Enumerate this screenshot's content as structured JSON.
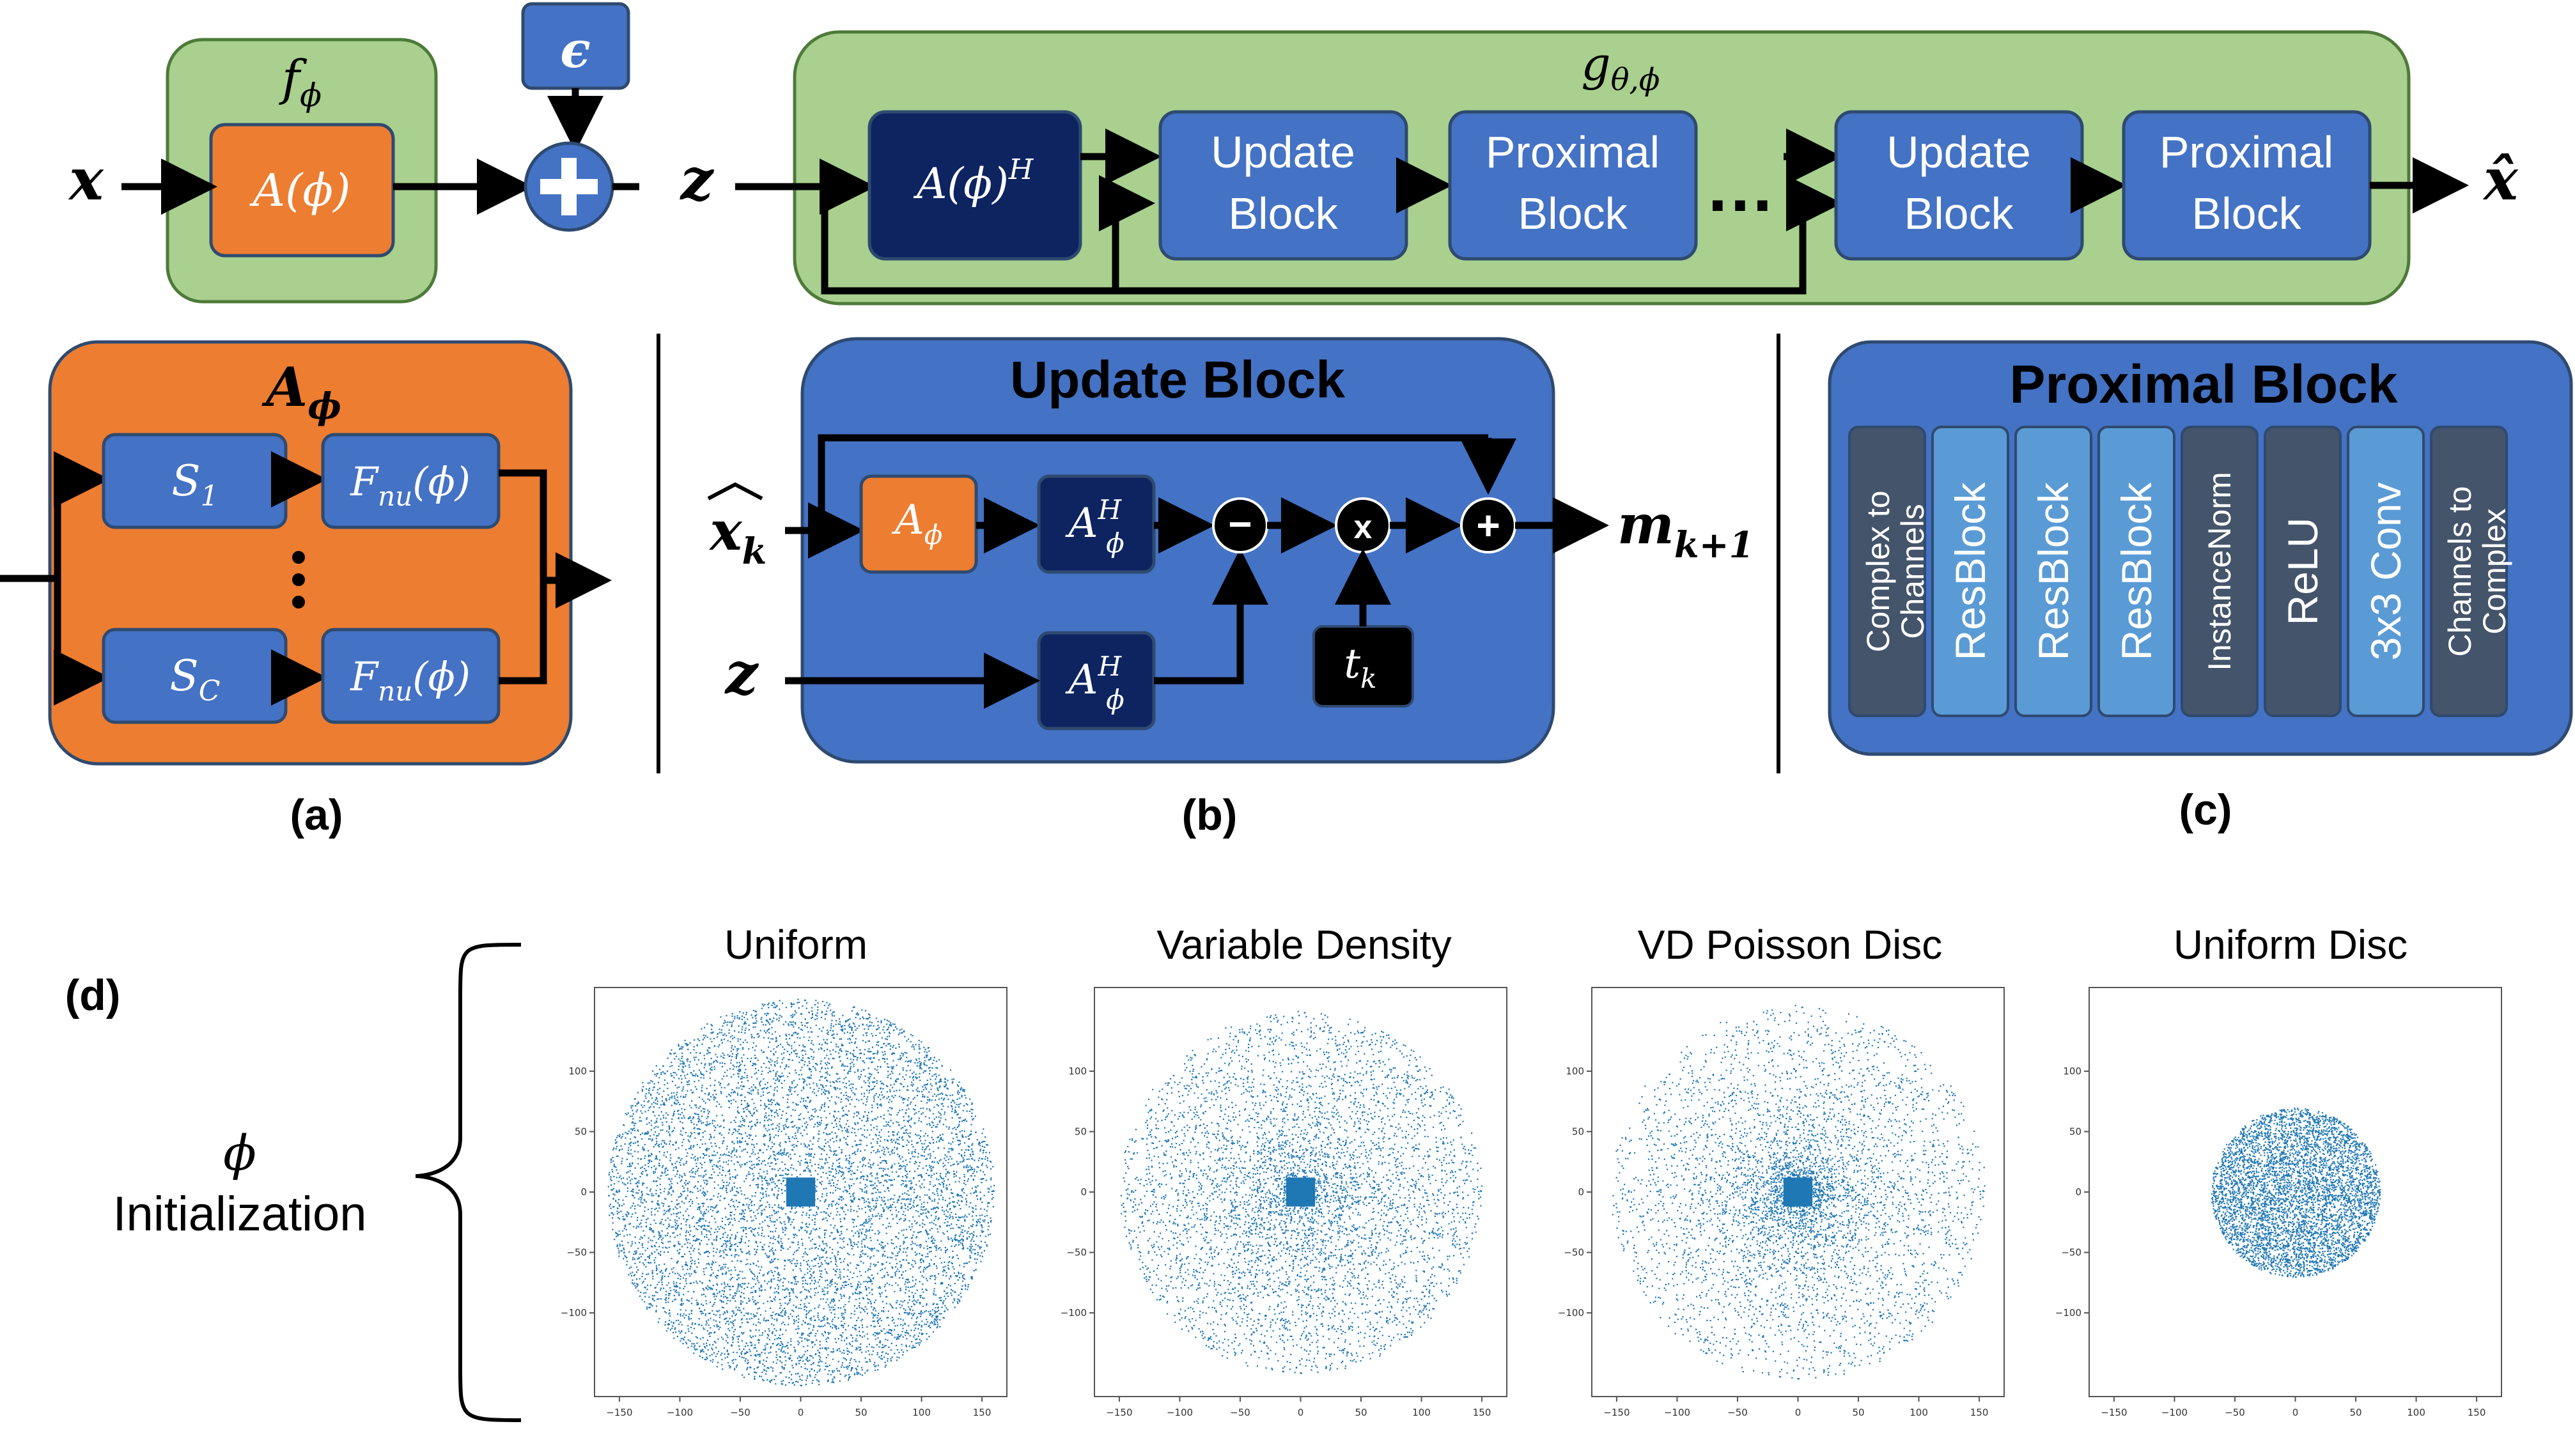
{
  "panel_a": {
    "f_label": "f",
    "f_sub": "ϕ",
    "a_block": "A(ϕ)",
    "eps": "ϵ",
    "x_in": "x",
    "z_out": "z",
    "box_title": "A",
    "box_title_sub": "ϕ",
    "s1": "S",
    "s1_sub": "1",
    "sc": "S",
    "sc_sub": "C",
    "fnu1": "F",
    "fnu1_sub": "nu",
    "fnu1_arg": "(ϕ)",
    "fnu2": "F",
    "fnu2_sub": "nu",
    "fnu2_arg": "(ϕ)",
    "caption": "(a)"
  },
  "panel_g": {
    "title": "g",
    "title_sub": "θ,ϕ",
    "z_in": "z",
    "aph": "A(ϕ)",
    "aph_sup": "H",
    "update1_l1": "Update",
    "update1_l2": "Block",
    "prox1_l1": "Proximal",
    "prox1_l2": "Block",
    "dots": "…",
    "update2_l1": "Update",
    "update2_l2": "Block",
    "prox2_l1": "Proximal",
    "prox2_l2": "Block",
    "xhat": "x̂"
  },
  "panel_b": {
    "title": "Update Block",
    "xk": "x",
    "xk_sub": "k",
    "z": "z",
    "a_phi": "A",
    "a_phi_sub": "ϕ",
    "ah1": "A",
    "ah1_sup": "H",
    "ah1_sub": "ϕ",
    "ah2": "A",
    "ah2_sup": "H",
    "ah2_sub": "ϕ",
    "minus": "−",
    "times": "x",
    "plus": "+",
    "tk": "t",
    "tk_sub": "k",
    "out": "m",
    "out_sub": "k+1",
    "caption": "(b)"
  },
  "panel_c": {
    "title": "Proximal Block",
    "layers": [
      {
        "l1": "Complex to",
        "l2": "Channels",
        "color": "#44546a"
      },
      {
        "l1": "ResBlock",
        "l2": "",
        "color": "#5b9bd5"
      },
      {
        "l1": "ResBlock",
        "l2": "",
        "color": "#5b9bd5"
      },
      {
        "l1": "ResBlock",
        "l2": "",
        "color": "#5b9bd5"
      },
      {
        "l1": "InstanceNorm",
        "l2": "",
        "color": "#44546a"
      },
      {
        "l1": "ReLU",
        "l2": "",
        "color": "#44546a"
      },
      {
        "l1": "3x3 Conv",
        "l2": "",
        "color": "#5b9bd5"
      },
      {
        "l1": "Channels to",
        "l2": "Complex",
        "color": "#44546a"
      }
    ],
    "caption": "(c)"
  },
  "panel_d": {
    "caption": "(d)",
    "phi": "ϕ",
    "init": "Initialization",
    "plots": [
      {
        "title": "Uniform",
        "pattern": "uniform",
        "radius": 160
      },
      {
        "title": "Variable Density",
        "pattern": "variable-density",
        "radius": 150
      },
      {
        "title": "VD Poisson Disc",
        "pattern": "vd-poisson",
        "radius": 155
      },
      {
        "title": "Uniform Disc",
        "pattern": "uniform-disc",
        "radius": 70
      }
    ],
    "x_ticks": [
      "−150",
      "−100",
      "−50",
      "0",
      "50",
      "100",
      "150"
    ],
    "y_ticks": [
      "100",
      "50",
      "0",
      "−50",
      "−100"
    ],
    "point_color": "#1f77b4"
  },
  "colors": {
    "green_fill": "#a9d08e",
    "green_stroke": "#4e7a3a",
    "orange": "#ed7d31",
    "blue": "#4472c4",
    "navy": "#0d2461",
    "dark": "#000000"
  }
}
